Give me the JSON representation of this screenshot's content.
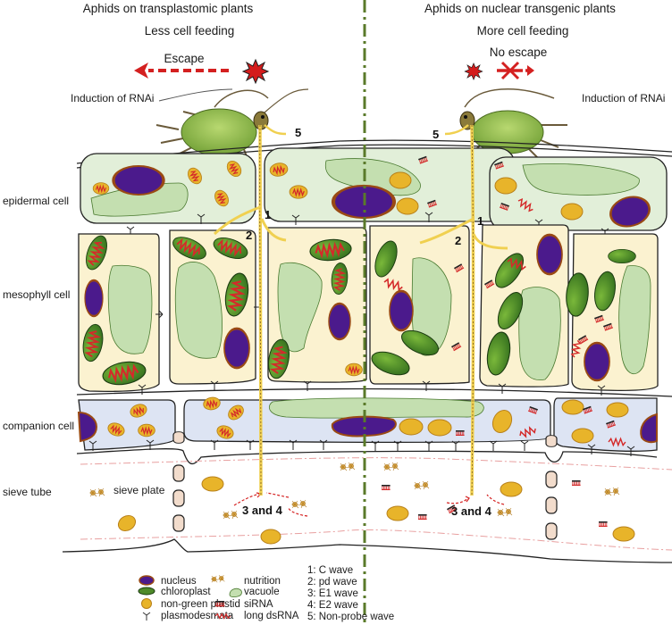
{
  "left_panel": {
    "title": "Aphids on transplastomic plants",
    "subtitle": "Less cell feeding",
    "behavior": "Escape",
    "rnai_label": "Induction of RNAi"
  },
  "right_panel": {
    "title": "Aphids on nuclear transgenic plants",
    "subtitle": "More cell feeding",
    "behavior": "No escape",
    "rnai_label": "Induction of RNAi"
  },
  "tissue_labels": {
    "epidermal": "epidermal cell",
    "mesophyll": "mesophyll cell",
    "companion": "companion cell",
    "sieve_tube": "sieve tube",
    "sieve_plate": "sieve plate"
  },
  "stylet_markers": {
    "wave1": "1",
    "wave2": "2",
    "wave5": "5",
    "wave34": "3 and 4"
  },
  "legend": {
    "symbols": [
      {
        "icon": "nucleus-icon",
        "label": "nucleus"
      },
      {
        "icon": "chloroplast-icon",
        "label": "chloroplast"
      },
      {
        "icon": "non-green-plastid-icon",
        "label": "non-green plastid"
      },
      {
        "icon": "plasmodesmata-icon",
        "label": "plasmodesmata"
      },
      {
        "icon": "nutrition-icon",
        "label": "nutrition"
      },
      {
        "icon": "vacuole-icon",
        "label": "vacuole"
      },
      {
        "icon": "sirna-icon",
        "label": "siRNA"
      },
      {
        "icon": "long-dsrna-icon",
        "label": "long dsRNA"
      }
    ],
    "waves": [
      "1: C wave",
      "2: pd wave",
      "3: E1 wave",
      "4: E2 wave",
      "5: Non-probe wave"
    ]
  },
  "colors": {
    "nucleus": "#4b1a8c",
    "nucleus_rim": "#9a4a14",
    "chloroplast": "#4e8a2a",
    "plastid": "#e8b42a",
    "dsrna": "#d42a2a",
    "epidermal_fill": "#e2efd9",
    "mesophyll_fill": "#fbf2d0",
    "companion_fill": "#dde4f3",
    "vacuole": "#c4dfb0",
    "divider": "#5a7a2a",
    "stylet": "#f0d050",
    "arrow": "#d42020"
  }
}
